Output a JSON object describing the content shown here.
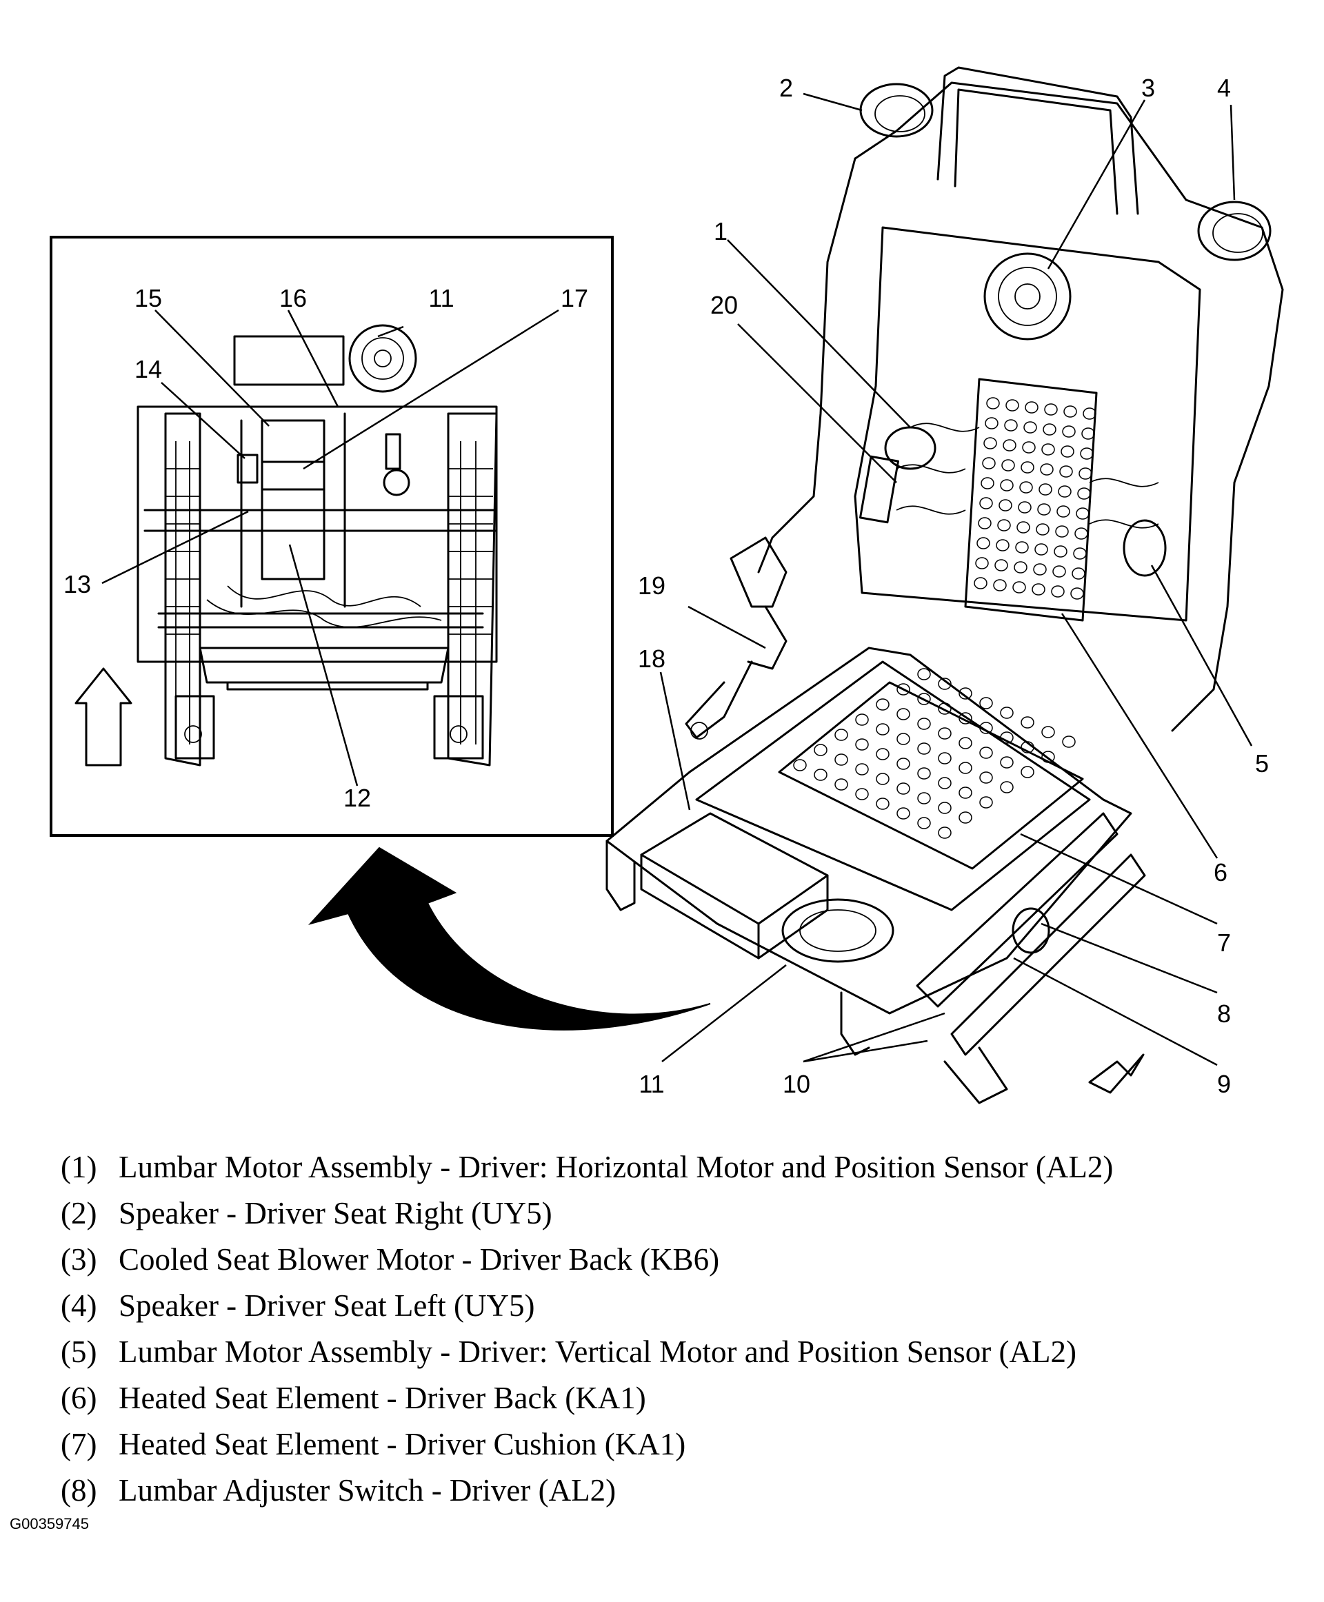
{
  "callouts": {
    "c1": "1",
    "c2": "2",
    "c3": "3",
    "c4": "4",
    "c5": "5",
    "c6": "6",
    "c7": "7",
    "c8": "8",
    "c9": "9",
    "c10": "10",
    "c11_main": "11",
    "c11_inset": "11",
    "c12": "12",
    "c13": "13",
    "c14": "14",
    "c15": "15",
    "c16": "16",
    "c17": "17",
    "c18": "18",
    "c19": "19",
    "c20": "20"
  },
  "legend": [
    {
      "num": "(1)",
      "text": "Lumbar Motor Assembly - Driver: Horizontal Motor and Position Sensor (AL2)"
    },
    {
      "num": "(2)",
      "text": "Speaker - Driver Seat Right (UY5)"
    },
    {
      "num": "(3)",
      "text": "Cooled Seat Blower Motor - Driver Back (KB6)"
    },
    {
      "num": "(4)",
      "text": "Speaker - Driver Seat Left (UY5)"
    },
    {
      "num": "(5)",
      "text": "Lumbar Motor Assembly - Driver: Vertical Motor and Position Sensor (AL2)"
    },
    {
      "num": "(6)",
      "text": "Heated Seat Element - Driver Back (KA1)"
    },
    {
      "num": "(7)",
      "text": "Heated Seat Element - Driver Cushion (KA1)"
    },
    {
      "num": "(8)",
      "text": "Lumbar Adjuster Switch - Driver (AL2)"
    }
  ],
  "figure_id": "G00359745",
  "icons": [
    "front-direction-arrow-icon",
    "rear-direction-arrow-icon",
    "view-transfer-arrow-icon"
  ]
}
